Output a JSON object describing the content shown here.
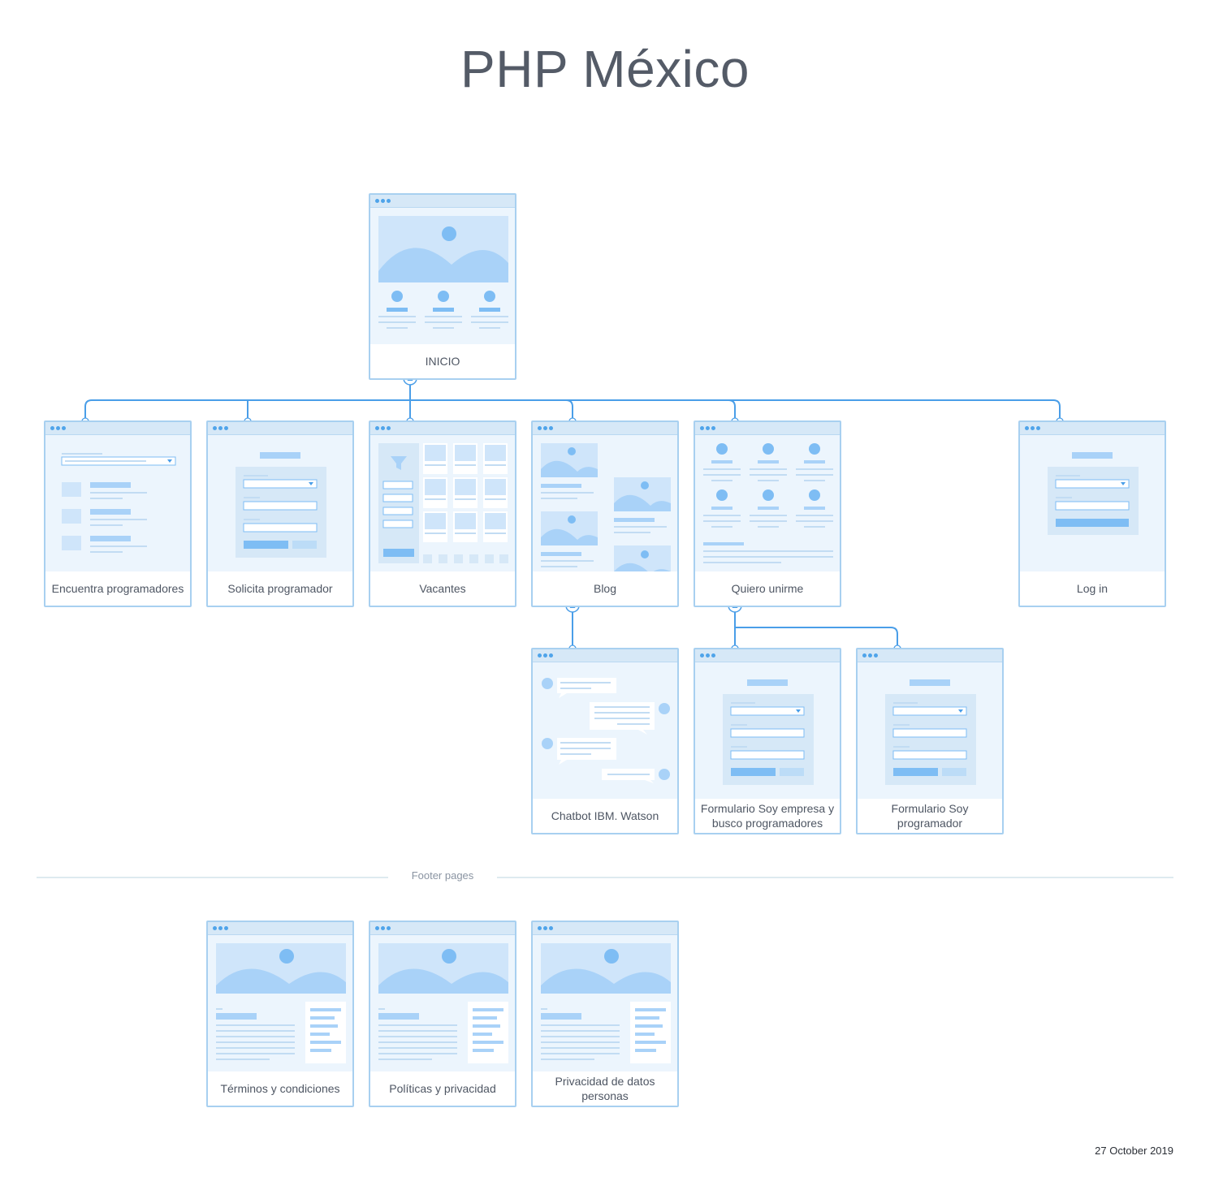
{
  "title": "PHP México",
  "pages": {
    "inicio": "INICIO",
    "encuentra": "Encuentra programadores",
    "solicita": "Solicita programador",
    "vacantes": "Vacantes",
    "blog": "Blog",
    "quiero": "Quiero unirme",
    "login": "Log in",
    "chatbot": "Chatbot IBM. Watson",
    "form_empresa": "Formulario Soy empresa y busco programadores",
    "form_programador": "Formulario Soy programador"
  },
  "footer_section_label": "Footer pages",
  "footer_pages": {
    "terminos": "Términos y condiciones",
    "politicas": "Políticas y privacidad",
    "privacidad": "Privacidad de datos personas"
  },
  "date": "27 October 2019",
  "colors": {
    "connector": "#4a9ee8",
    "card_border": "#a8d0f0",
    "wire_fill": "#b9d9f7",
    "title_text": "#545b67"
  }
}
